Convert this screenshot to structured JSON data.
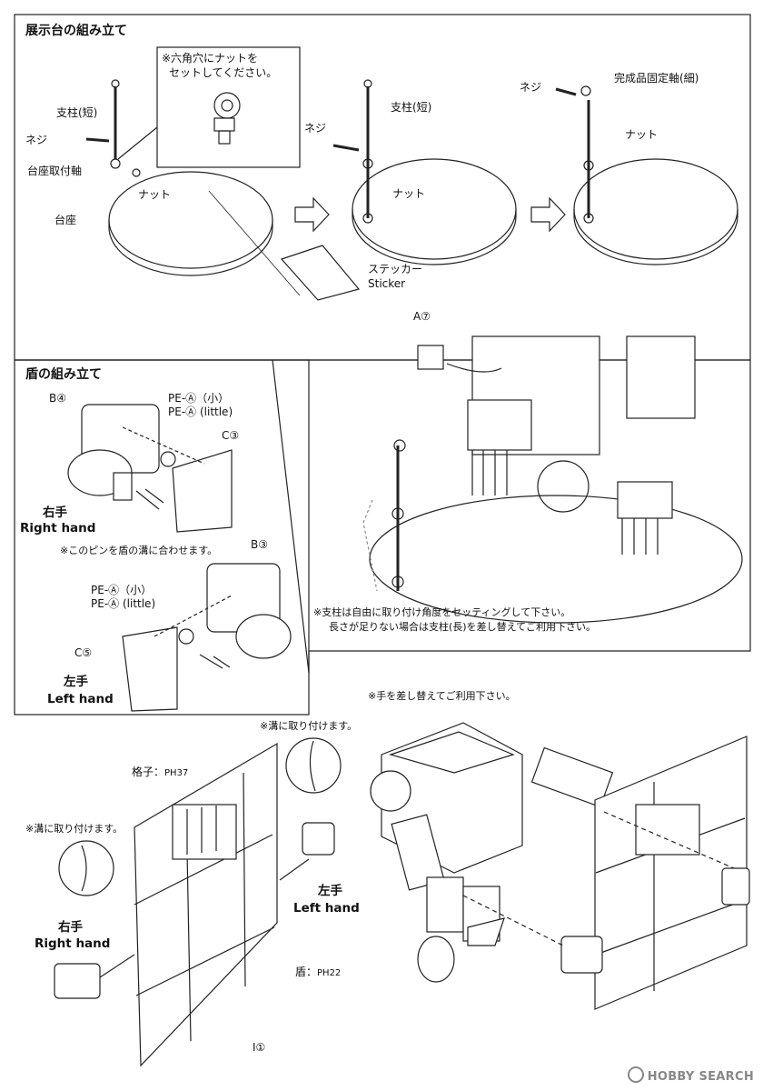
{
  "section_stand": {
    "title": "展示台の組み立て",
    "callout_line1": "※六角穴にナットを",
    "callout_line2": "セットしてください。",
    "label_pillar_short": "支柱(短)",
    "label_screw": "ネジ",
    "label_base_axis": "台座取付軸",
    "label_nut": "ナット",
    "label_base": "台座",
    "step2_pillar": "支柱(短)",
    "step2_screw": "ネジ",
    "step2_nut": "ナット",
    "step3_screw": "ネジ",
    "step3_axis": "完成品固定軸(細)",
    "step3_nut": "ナット",
    "sticker_jp": "ステッカー",
    "sticker_en": "Sticker"
  },
  "section_mount": {
    "part_a7": "A⑦",
    "note_line1": "※支柱は自由に取り付け角度をセッティングして下さい。",
    "note_line2": "長さが足りない場合は支柱(長)を差し替えてご利用下さい。"
  },
  "section_shield": {
    "title": "盾の組み立て",
    "part_b4": "B④",
    "pe_small": "PE-Ⓐ（小）",
    "pe_little": "PE-Ⓐ (little)",
    "part_c3": "C③",
    "right_hand_jp": "右手",
    "right_hand_en": "Right hand",
    "pin_note": "※このピンを盾の溝に合わせます。",
    "part_b3": "B③",
    "pe_small2": "PE-Ⓐ（小）",
    "pe_little2": "PE-Ⓐ (little)",
    "part_c5": "C⑤",
    "left_hand_jp": "左手",
    "left_hand_en": "Left hand"
  },
  "section_bottom": {
    "swap_note": "※手を差し替えてご利用下さい。",
    "groove_note_top": "※溝に取り付けます。",
    "groove_note_left": "※溝に取り付けます。",
    "lattice_label": "格子：",
    "lattice_part": "PH37",
    "shield_label": "盾：",
    "shield_part": "PH22",
    "part_i1": "I①",
    "left_hand_jp": "左手",
    "left_hand_en": "Left hand",
    "right_hand_jp": "右手",
    "right_hand_en": "Right hand"
  },
  "watermark": "HOBBY SEARCH"
}
